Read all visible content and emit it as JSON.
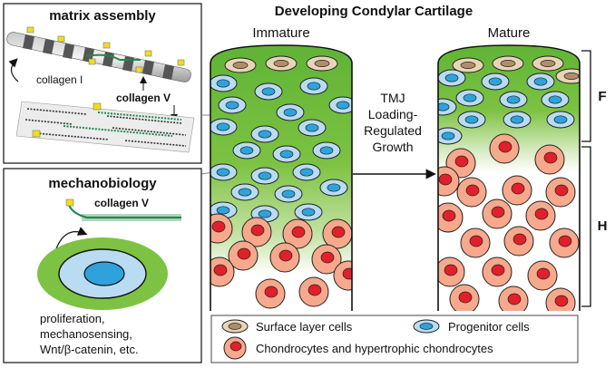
{
  "title": "Developing Condylar Cartilage",
  "matrix_assembly": {
    "heading": "matrix assembly",
    "collagen_i_label": "collagen I",
    "collagen_v_label": "collagen V"
  },
  "mechanobiology": {
    "heading": "mechanobiology",
    "collagen_v_label": "collagen V",
    "outcomes": [
      "proliferation,",
      "mechanosensing,",
      "Wnt/β-catenin, etc."
    ]
  },
  "panels": {
    "immature_label": "Immature",
    "mature_label": "Mature"
  },
  "arrow_text": [
    "TMJ",
    "Loading-",
    "Regulated",
    "Growth"
  ],
  "zones": {
    "fibrous": "F",
    "hypertrophic": "H"
  },
  "legend": {
    "surface": "Surface layer cells",
    "progenitor": "Progenitor cells",
    "chondrocytes": "Chondrocytes and hypertrophic chondrocytes"
  },
  "colors": {
    "green": "#7dc242",
    "surface_fill": "#e8d5b7",
    "surface_nucleus": "#b08d6a",
    "progenitor_fill": "#b9dcf2",
    "progenitor_nucleus": "#2ea3db",
    "chondro_fill": "#f6a98c",
    "chondro_nucleus": "#e0202a"
  }
}
